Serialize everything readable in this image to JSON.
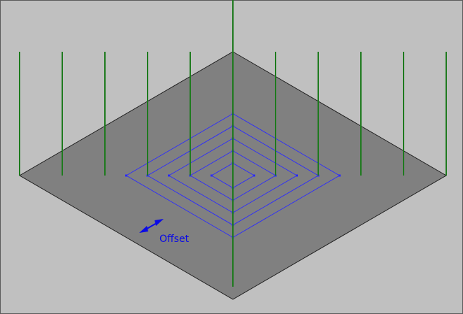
{
  "colors": {
    "background": "#c0c0c0",
    "frame": "#5a5a5a",
    "plate_fill": "#808080",
    "plate_edge": "#202020",
    "contour": "#2a2aff",
    "vertical": "#1e7a1e",
    "annotation": "#0a0ae6"
  },
  "annotation": {
    "label": "Offset"
  },
  "contours": {
    "count": 5
  },
  "verticals": {
    "count": 11
  }
}
